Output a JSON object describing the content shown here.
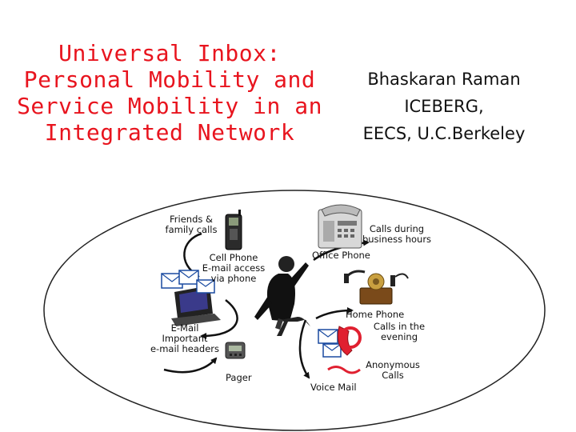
{
  "title": {
    "line1": "Universal Inbox:",
    "line2": "Personal Mobility and",
    "line3": "Service Mobility in an",
    "line4": "Integrated Network"
  },
  "author": {
    "name": "Bhaskaran Raman",
    "group": "ICEBERG,",
    "affiliation": "EECS, U.C.Berkeley"
  },
  "diagram": {
    "friends_family": {
      "line1": "Friends &",
      "line2": "family calls"
    },
    "cell_phone": {
      "line1": "Cell Phone",
      "line2": "E-mail access",
      "line3": "via phone"
    },
    "business_hours": {
      "line1": "Calls during",
      "line2": "business hours"
    },
    "office_phone": "Office Phone",
    "home_phone": "Home Phone",
    "evening": {
      "line1": "Calls in the",
      "line2": "evening"
    },
    "email": {
      "line1": "E-Mail",
      "line2": "Important",
      "line3": "e-mail headers"
    },
    "pager": "Pager",
    "voice_mail": "Voice Mail",
    "anonymous": {
      "line1": "Anonymous",
      "line2": "Calls"
    }
  },
  "colors": {
    "title": "#e8141e",
    "text": "#111111",
    "ellipse_stroke": "#222222",
    "handset_red": "#e02030"
  }
}
